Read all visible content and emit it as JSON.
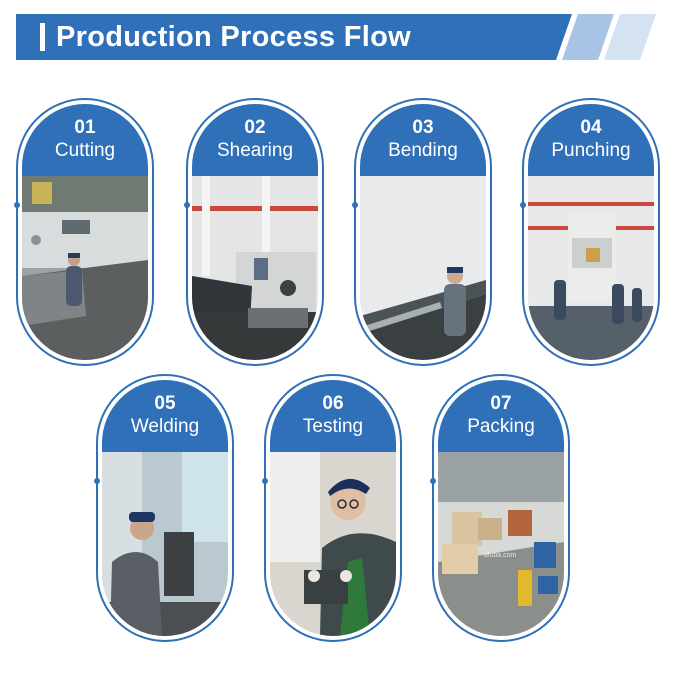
{
  "header": {
    "title": "Production Process Flow"
  },
  "colors": {
    "accent": "#2f70b8",
    "header_light": "#a9c3e4",
    "background": "#ffffff"
  },
  "steps": [
    {
      "number": "01",
      "label": "Cutting",
      "photo": "cutting-photo"
    },
    {
      "number": "02",
      "label": "Shearing",
      "photo": "shearing-photo"
    },
    {
      "number": "03",
      "label": "Bending",
      "photo": "bending-photo"
    },
    {
      "number": "04",
      "label": "Punching",
      "photo": "punching-photo"
    },
    {
      "number": "05",
      "label": "Welding",
      "photo": "welding-photo"
    },
    {
      "number": "06",
      "label": "Testing",
      "photo": "testing-photo"
    },
    {
      "number": "07",
      "label": "Packing",
      "photo": "packing-photo"
    }
  ],
  "watermark": "aluba.com"
}
